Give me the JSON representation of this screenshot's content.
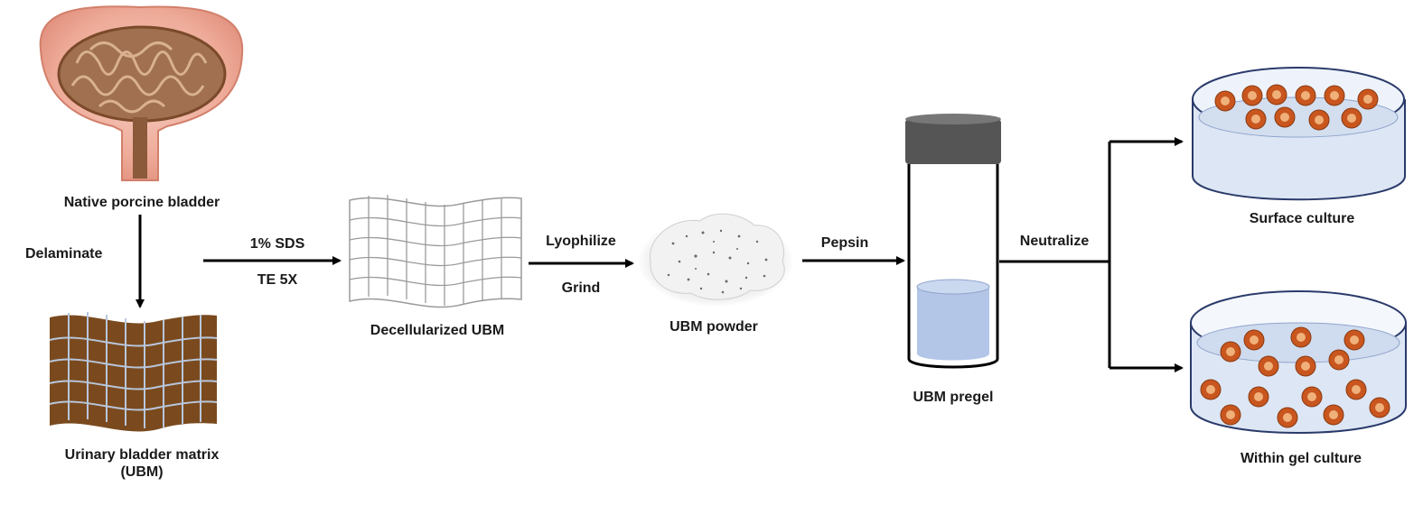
{
  "stages": {
    "native": "Native porcine bladder",
    "ubm_line1": "Urinary bladder matrix",
    "ubm_line2": "(UBM)",
    "decellularized": "Decellularized UBM",
    "powder": "UBM powder",
    "pregel": "UBM pregel",
    "surface": "Surface culture",
    "within": "Within gel culture"
  },
  "steps": {
    "delaminate": "Delaminate",
    "sds": "1% SDS",
    "te": "TE 5X",
    "lyophilize": "Lyophilize",
    "grind": "Grind",
    "pepsin": "Pepsin",
    "neutralize": "Neutralize"
  },
  "colors": {
    "bladder_outer": "#f2b7a8",
    "bladder_inner": "#9b6a4a",
    "matrix_fill": "#7a4a1e",
    "matrix_grid": "#b8c6dc",
    "gel": "#b3c6e8",
    "dish": "#dde6f4",
    "cell_outer": "#c8561e",
    "cell_inner": "#f0b07a",
    "cap": "#555555",
    "arrow": "#000000"
  }
}
